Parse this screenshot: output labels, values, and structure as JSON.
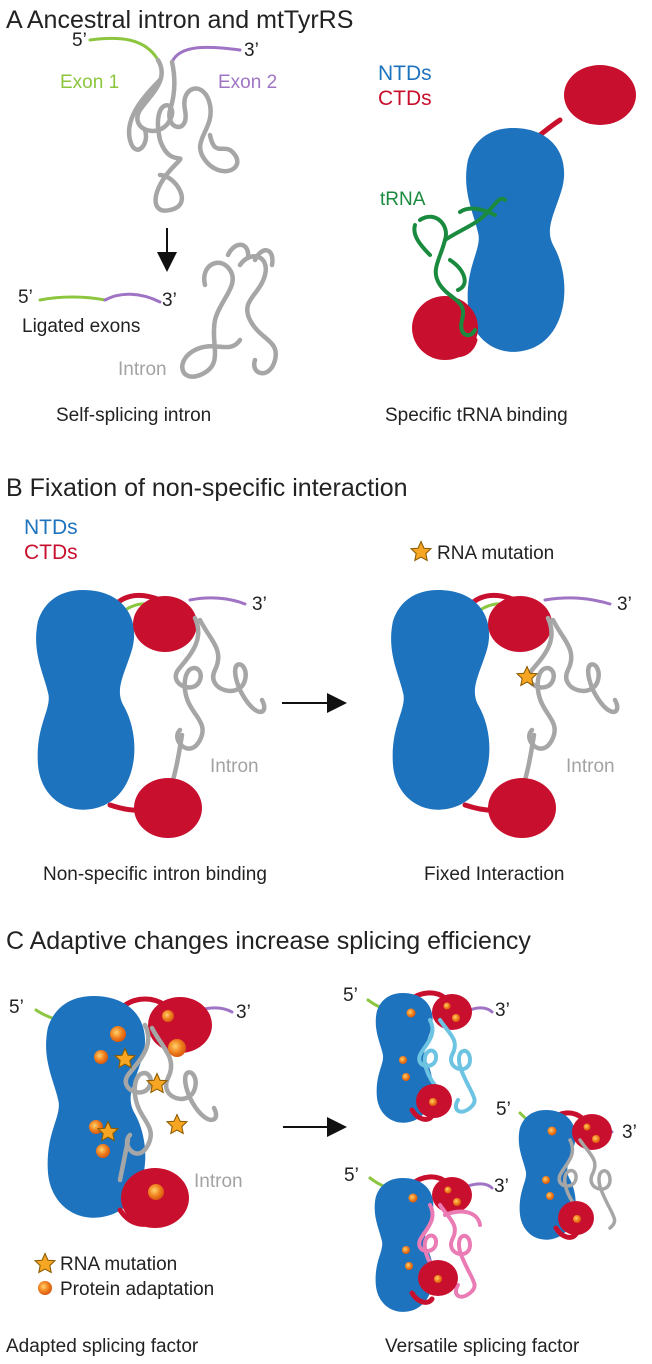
{
  "panelA": {
    "title": "A  Ancestral intron and mtTyrRS",
    "five_prime": "5’",
    "three_prime": "3’",
    "exon1": "Exon 1",
    "exon2": "Exon 2",
    "ntds": "NTDs",
    "ctds": "CTDs",
    "trna": "tRNA",
    "ligated": "Ligated exons",
    "intron": "Intron",
    "caption_left": "Self-splicing intron",
    "caption_right": "Specific tRNA binding"
  },
  "panelB": {
    "title": "B  Fixation of non-specific interaction",
    "ntds": "NTDs",
    "ctds": "CTDs",
    "rna_mutation": "RNA mutation",
    "three_prime": "3’",
    "intron": "Intron",
    "caption_left": "Non-specific intron binding",
    "caption_right": "Fixed Interaction"
  },
  "panelC": {
    "title": "C  Adaptive changes increase splicing efficiency",
    "five_prime": "5’",
    "three_prime": "3’",
    "intron": "Intron",
    "rna_mutation": "RNA mutation",
    "protein_adaptation": "Protein adaptation",
    "caption_left": "Adapted splicing factor",
    "caption_right": "Versatile splicing factor"
  },
  "colors": {
    "ntd": "#1e73be",
    "ctd": "#c8102e",
    "exon1": "#8cc63f",
    "exon2": "#a074c4",
    "trna": "#1a8a3e",
    "intron": "#a6a6a6",
    "mutation_star": "#f6a623",
    "adaptation_dot": "#f07f1e"
  },
  "icons": [
    "arrow-down-icon",
    "arrow-right-icon",
    "star-icon",
    "dot-icon"
  ]
}
